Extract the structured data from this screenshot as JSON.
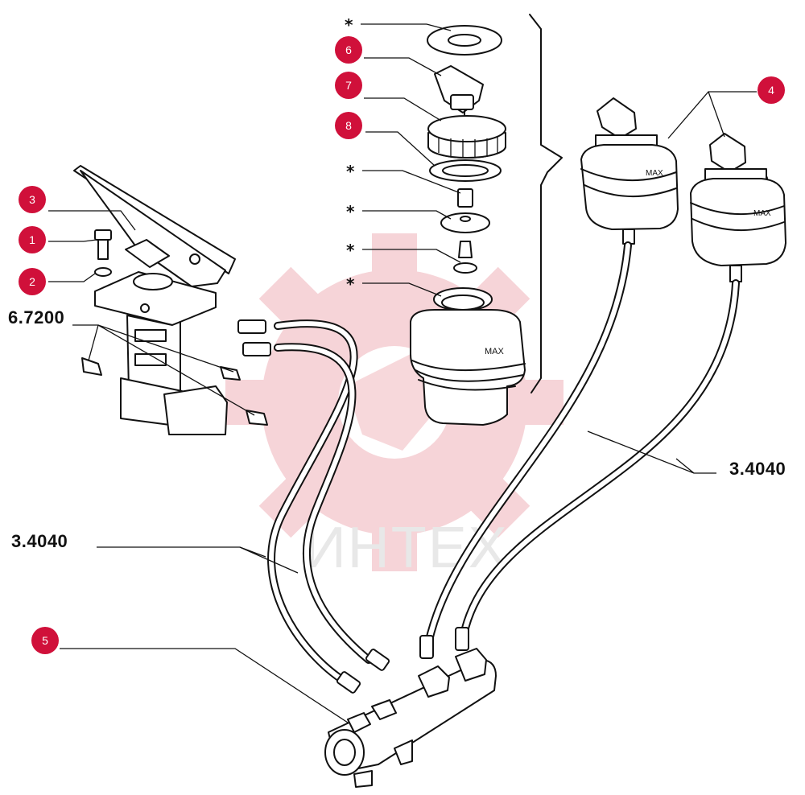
{
  "callouts": [
    {
      "id": "c1",
      "label": "1"
    },
    {
      "id": "c2",
      "label": "2"
    },
    {
      "id": "c3",
      "label": "3"
    },
    {
      "id": "c4",
      "label": "4"
    },
    {
      "id": "c5",
      "label": "5"
    },
    {
      "id": "c6",
      "label": "6"
    },
    {
      "id": "c7",
      "label": "7"
    },
    {
      "id": "c8",
      "label": "8"
    }
  ],
  "references": {
    "pedal_unit": "6.7200",
    "hoses_right": "3.4040",
    "hoses_left": "3.4040"
  },
  "asterisk": "*",
  "watermark": "ИНТЕХ",
  "colors": {
    "callout": "#d0103a",
    "watermark": "#f4c6cb",
    "ink": "#111111"
  }
}
